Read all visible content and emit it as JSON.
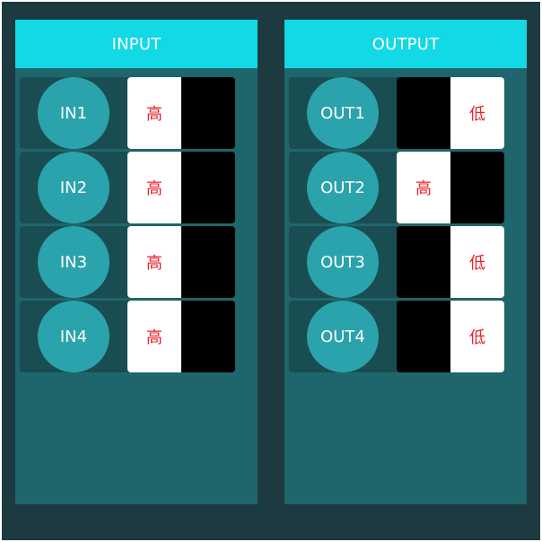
{
  "input": {
    "title": "INPUT",
    "items": [
      {
        "label": "IN1",
        "state": "高",
        "high": true
      },
      {
        "label": "IN2",
        "state": "高",
        "high": true
      },
      {
        "label": "IN3",
        "state": "高",
        "high": true
      },
      {
        "label": "IN4",
        "state": "高",
        "high": true
      }
    ]
  },
  "output": {
    "title": "OUTPUT",
    "items": [
      {
        "label": "OUT1",
        "state": "低",
        "high": false
      },
      {
        "label": "OUT2",
        "state": "高",
        "high": true
      },
      {
        "label": "OUT3",
        "state": "低",
        "high": false
      },
      {
        "label": "OUT4",
        "state": "低",
        "high": false
      }
    ]
  },
  "colors": {
    "background": "#1c3a40",
    "panel": "#1e666c",
    "header": "#13d8e5",
    "row": "#1a4d52",
    "circle": "#2aa3ac",
    "state_text": "#e8202a"
  }
}
